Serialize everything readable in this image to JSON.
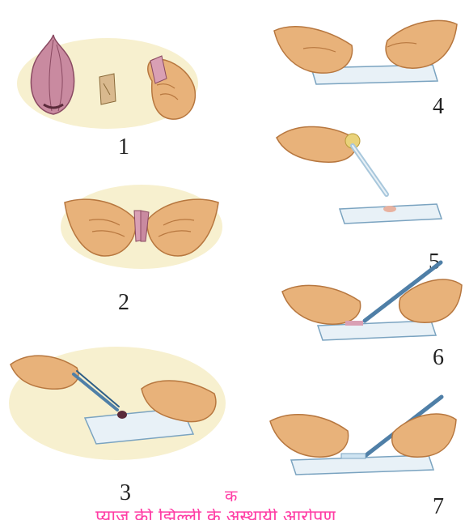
{
  "steps": [
    {
      "number": "1"
    },
    {
      "number": "2"
    },
    {
      "number": "3"
    },
    {
      "number": "4"
    },
    {
      "number": "5"
    },
    {
      "number": "6"
    },
    {
      "number": "7"
    }
  ],
  "caption": {
    "letter": "क",
    "partial_text": "प्याज की झिल्ली के अस्थायी आरोपण"
  },
  "colors": {
    "skin": "#e8b27a",
    "skin_shadow": "#b7773f",
    "onion": "#c98aa0",
    "glass": "#e8f1f7",
    "caption": "#ff3ea5",
    "wash": "#f6ecc0"
  }
}
